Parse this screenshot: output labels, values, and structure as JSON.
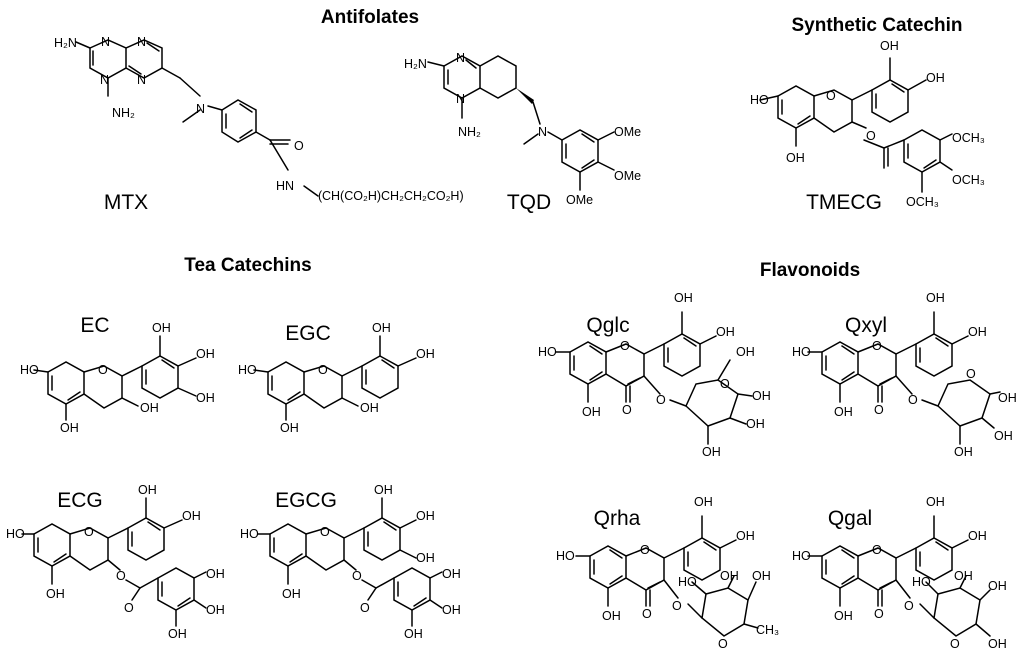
{
  "sections": {
    "antifolates": "Antifolates",
    "synthetic": "Synthetic Catechin",
    "tea": "Tea Catechins",
    "flavonoids": "Flavonoids"
  },
  "molecules": {
    "mtx": "MTX",
    "tqd": "TQD",
    "tmecg": "TMECG",
    "ec": "EC",
    "egc": "EGC",
    "ecg": "ECG",
    "egcg": "EGCG",
    "qglc": "Qglc",
    "qxyl": "Qxyl",
    "qrha": "Qrha",
    "qgal": "Qgal"
  },
  "labels": {
    "h2n": "H₂N",
    "nh2": "NH₂",
    "n": "N",
    "o": "O",
    "oh": "OH",
    "ho": "HO",
    "ome": "OMe",
    "och3": "OCH₃",
    "ch3": "CH₃",
    "hn": "HN",
    "mtx_chain": "CH(CO₂H)CH₂CH₂CO₂H)",
    "mtx_chain_paren": "("
  }
}
